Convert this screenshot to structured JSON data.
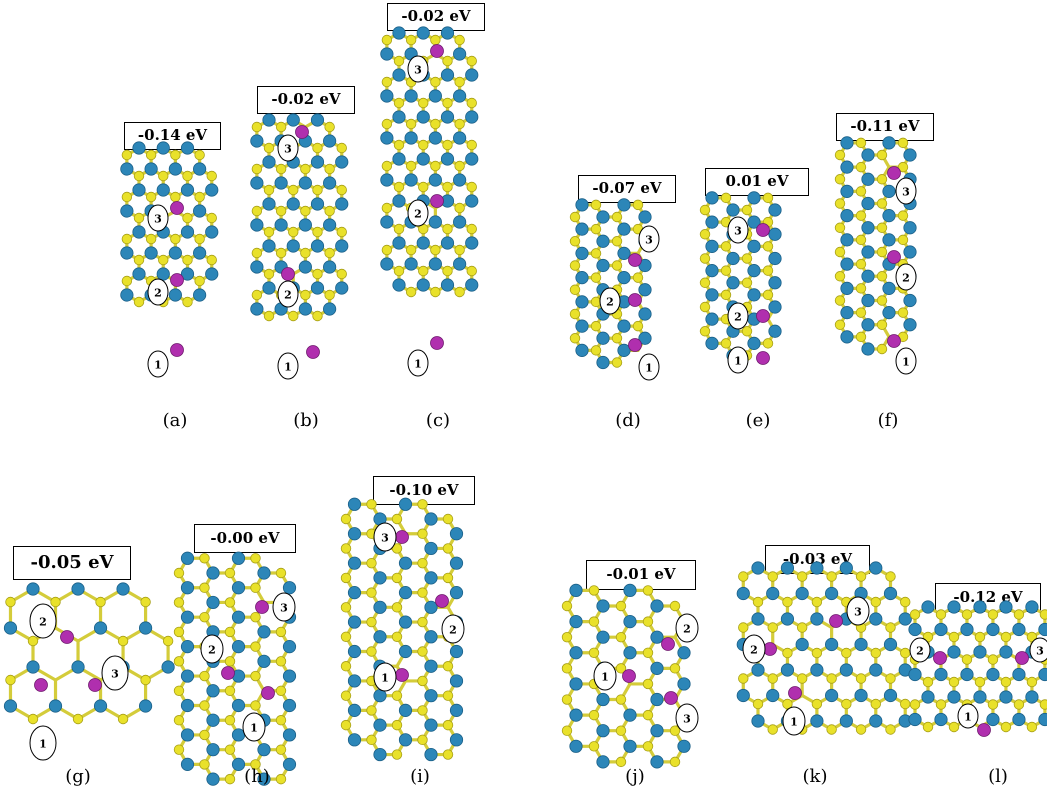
{
  "colors": {
    "metal_atom": "#2c86b8",
    "chalcogen_atom": "#e9e12a",
    "dopant_atom": "#b02fae",
    "bond": "#d4cc3a"
  },
  "panels": [
    {
      "id": "a",
      "caption": "(a)",
      "energy": "-0.14 eV",
      "sites": [
        "1",
        "2",
        "3"
      ]
    },
    {
      "id": "b",
      "caption": "(b)",
      "energy": "-0.02 eV",
      "sites": [
        "1",
        "2",
        "3"
      ]
    },
    {
      "id": "c",
      "caption": "(c)",
      "energy": "-0.02 eV",
      "sites": [
        "1",
        "2",
        "3"
      ]
    },
    {
      "id": "d",
      "caption": "(d)",
      "energy": "-0.07 eV",
      "sites": [
        "1",
        "2",
        "3"
      ]
    },
    {
      "id": "e",
      "caption": "(e)",
      "energy": "0.01 eV",
      "sites": [
        "1",
        "2",
        "3"
      ]
    },
    {
      "id": "f",
      "caption": "(f)",
      "energy": "-0.11 eV",
      "sites": [
        "1",
        "2",
        "3"
      ]
    },
    {
      "id": "g",
      "caption": "(g)",
      "energy": "-0.05 eV",
      "sites": [
        "1",
        "2",
        "3"
      ]
    },
    {
      "id": "h",
      "caption": "(h)",
      "energy": "-0.00 eV",
      "sites": [
        "1",
        "2",
        "3"
      ]
    },
    {
      "id": "i",
      "caption": "(i)",
      "energy": "-0.10 eV",
      "sites": [
        "1",
        "2",
        "3"
      ]
    },
    {
      "id": "j",
      "caption": "(j)",
      "energy": "-0.01 eV",
      "sites": [
        "1",
        "2",
        "3"
      ]
    },
    {
      "id": "k",
      "caption": "(k)",
      "energy": "-0.03 eV",
      "sites": [
        "1",
        "2",
        "3"
      ]
    },
    {
      "id": "l",
      "caption": "(l)",
      "energy": "-0.12 eV",
      "sites": [
        "1",
        "2",
        "3"
      ]
    }
  ]
}
